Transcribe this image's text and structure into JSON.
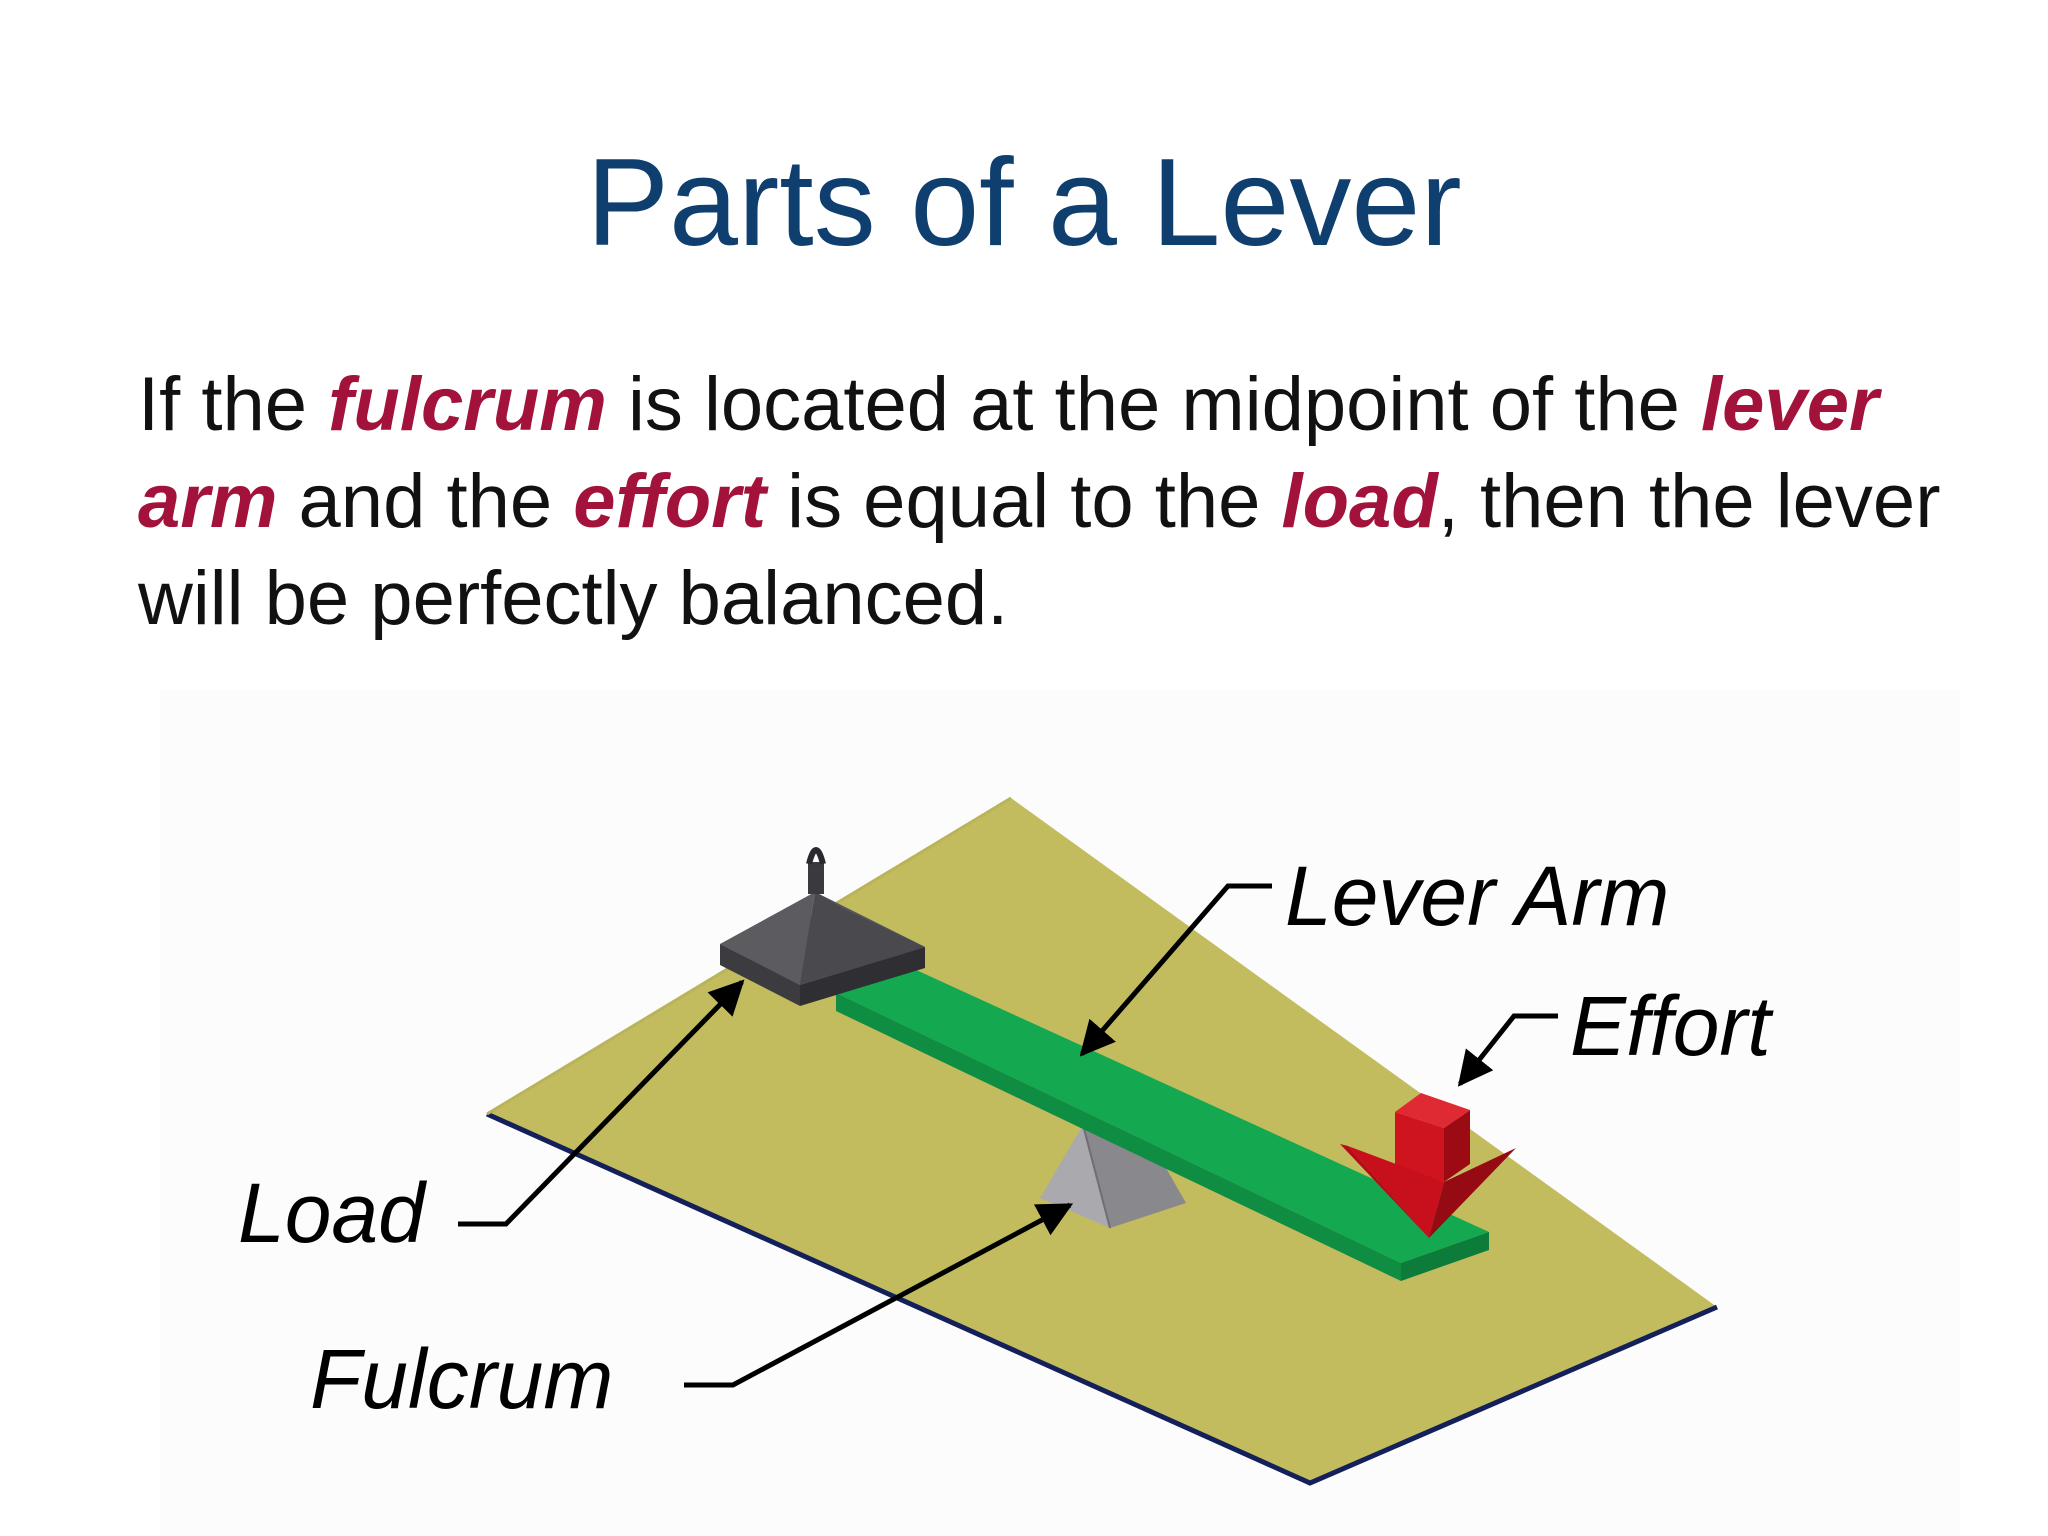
{
  "slide": {
    "title": "Parts of a Lever",
    "body": {
      "seg1": "If the ",
      "term1": "fulcrum",
      "seg2": " is located at the midpoint of the ",
      "term2": "lever arm",
      "seg3": " and the ",
      "term3": "effort",
      "seg4": " is equal to the ",
      "term4": "load",
      "seg5": ", then the lever will be perfectly balanced."
    }
  },
  "diagram": {
    "labels": {
      "lever_arm": "Lever Arm",
      "effort": "Effort",
      "load": "Load",
      "fulcrum": "Fulcrum"
    }
  },
  "colors": {
    "title": "#0f3f6f",
    "emphasis": "#a2123a",
    "base_plate": "#c2bc5e",
    "lever_arm": "#14a851",
    "load_weight": "#55555a",
    "fulcrum": "#8d8d92",
    "effort_arrow": "#c8101d"
  }
}
